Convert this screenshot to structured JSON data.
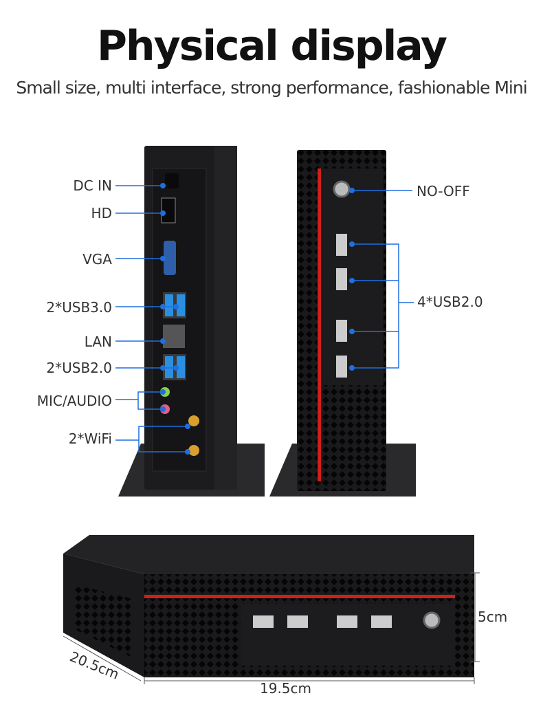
{
  "header": {
    "title": "Physical display",
    "subtitle": "Small size, multi interface, strong performance, fashionable Mini"
  },
  "rear_view": {
    "ports": [
      {
        "label": "DC IN"
      },
      {
        "label": "HD"
      },
      {
        "label": "VGA"
      },
      {
        "label": "2*USB3.0"
      },
      {
        "label": "LAN"
      },
      {
        "label": "2*USB2.0"
      },
      {
        "label": "MIC/AUDIO"
      },
      {
        "label": "2*WiFi"
      }
    ]
  },
  "front_view": {
    "power_label": "NO-OFF",
    "usb_label": "4*USB2.0"
  },
  "dimensions": {
    "height": "5cm",
    "depth": "20.5cm",
    "width": "19.5cm"
  },
  "colors": {
    "accent_line": "#1e6fe0",
    "case": "#1c1c1e",
    "stripe": "#d0201a"
  }
}
